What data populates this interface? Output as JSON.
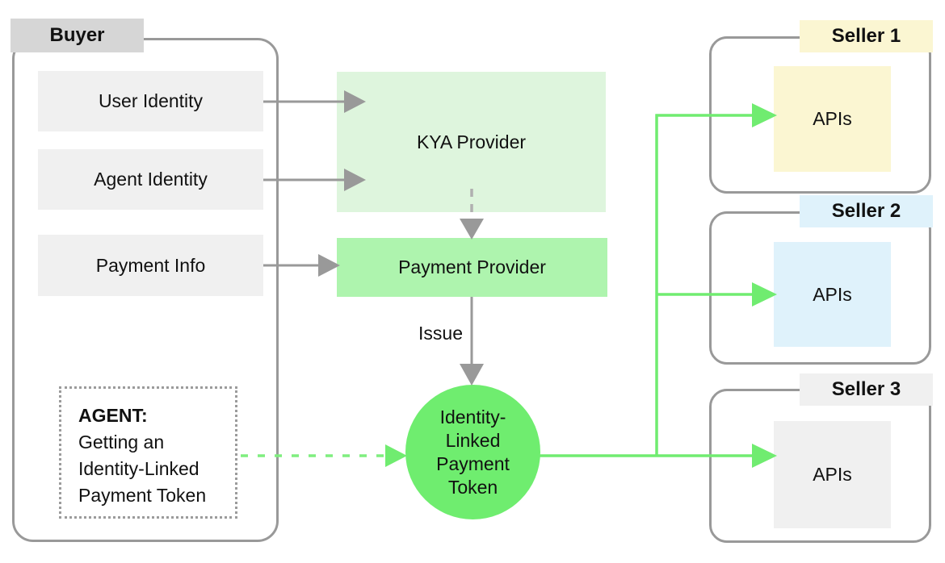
{
  "buyer": {
    "label": "Buyer",
    "items": [
      {
        "label": "User Identity"
      },
      {
        "label": "Agent Identity"
      },
      {
        "label": "Payment Info"
      }
    ],
    "agent_note": {
      "title": "AGENT:",
      "lines": [
        "Getting an",
        "Identity-Linked",
        "Payment Token"
      ]
    }
  },
  "providers": {
    "kya": {
      "label": "KYA Provider",
      "color": "#def5dd"
    },
    "payment": {
      "label": "Payment Provider",
      "color": "#aef4ae"
    }
  },
  "flow": {
    "issue_label": "Issue"
  },
  "token": {
    "lines": [
      "Identity-",
      "Linked",
      "Payment",
      "Token"
    ],
    "color": "#6fed6f"
  },
  "sellers": [
    {
      "label": "Seller 1",
      "api_label": "APIs",
      "color": "#fbf6d2"
    },
    {
      "label": "Seller 2",
      "api_label": "APIs",
      "color": "#dff2fb"
    },
    {
      "label": "Seller 3",
      "api_label": "APIs",
      "color": "#f0f0f0"
    }
  ],
  "colors": {
    "container_border": "#999999",
    "gray_arrow": "#999999",
    "gray_dash": "#b0b0b0",
    "green_arrow": "#70ec70",
    "green_dash": "#7fee7f",
    "buyer_tag_bg": "#d6d6d6",
    "gray_box_bg": "#f0f0f0"
  }
}
